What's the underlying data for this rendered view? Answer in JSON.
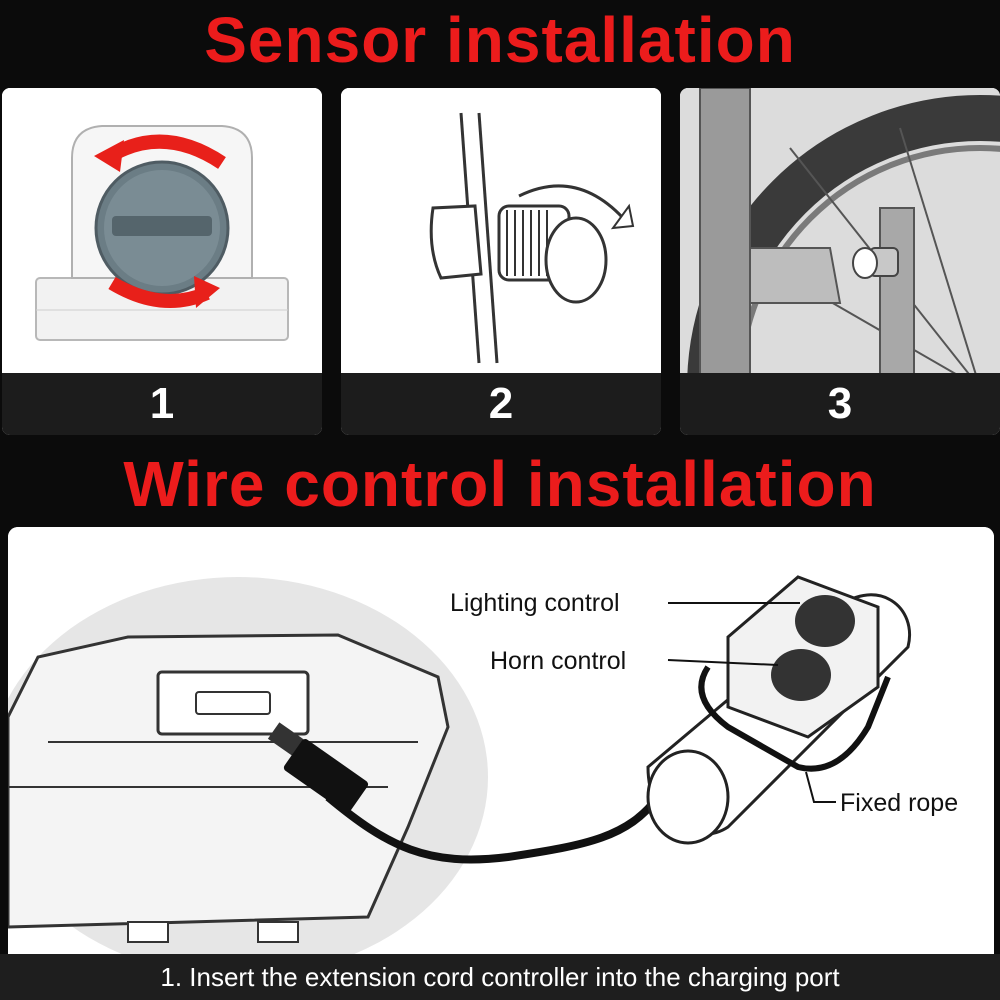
{
  "headings": {
    "sensor": "Sensor installation",
    "wire": "Wire control installation"
  },
  "steps": [
    {
      "number": "1"
    },
    {
      "number": "2"
    },
    {
      "number": "3"
    }
  ],
  "callouts": {
    "lighting": "Lighting control",
    "horn": "Horn control",
    "rope": "Fixed rope"
  },
  "caption": "1. Insert the extension cord controller into the charging port",
  "colors": {
    "heading": "#ec1c1c",
    "background": "#0b0b0b",
    "label_bar": "#1c1c1c",
    "arrow": "#e8201a"
  }
}
